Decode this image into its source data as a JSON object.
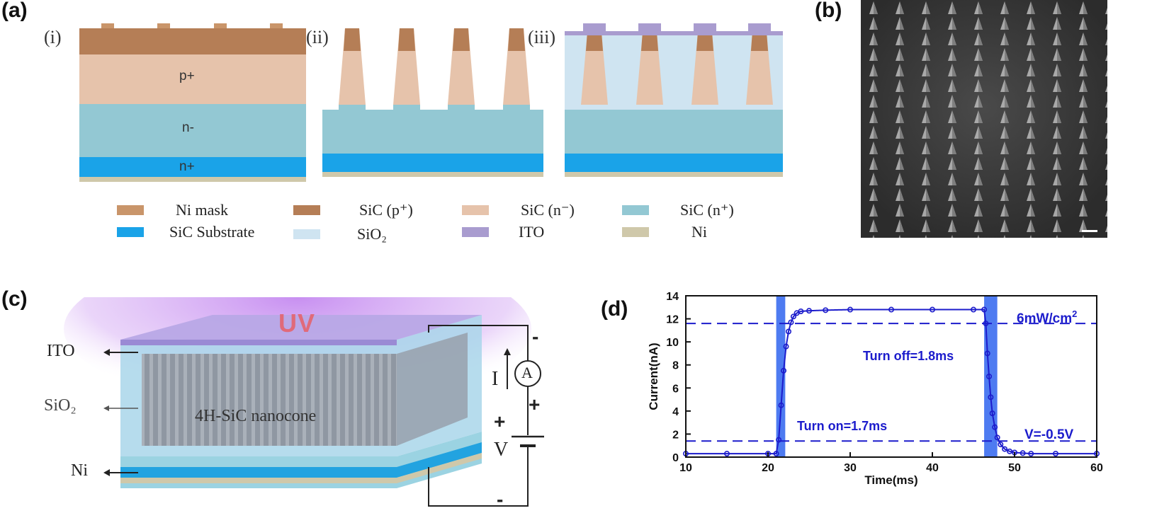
{
  "colors": {
    "ni_mask": "#c9956a",
    "sic_p": "#b57e56",
    "sic_n_minus": "#e6c3ab",
    "sic_n_plus_layer": "#93c8d3",
    "substrate": "#1aa3e8",
    "sio2": "#cfe4f1",
    "ito": "#a99ccf",
    "ni": "#cfc8aa",
    "curve": "#1c1ccc"
  },
  "panel_a": {
    "label": "(a)",
    "steps": [
      "(i)",
      "(ii)",
      "(iii)"
    ],
    "layer_text": {
      "p_plus": "p+",
      "n_minus": "n-",
      "n_plus": "n+"
    },
    "legend": [
      {
        "icon": "ni-mask-swatch",
        "color": "#c9956a",
        "text": "Ni mask"
      },
      {
        "icon": "sic-p-swatch",
        "color": "#b57e56",
        "text": "SiC (p⁺)"
      },
      {
        "icon": "sic-n-minus-swatch",
        "color": "#e6c3ab",
        "text": "SiC (n⁻)"
      },
      {
        "icon": "sic-n-plus-swatch",
        "color": "#93c8d3",
        "text": "SiC (n⁺)"
      },
      {
        "icon": "substrate-swatch",
        "color": "#1aa3e8",
        "text": "SiC Substrate"
      },
      {
        "icon": "sio2-swatch",
        "color": "#cfe4f1",
        "text": "SiO₂"
      },
      {
        "icon": "ito-swatch",
        "color": "#a99ccf",
        "text": "ITO"
      },
      {
        "icon": "ni-swatch",
        "color": "#cfc8aa",
        "text": "Ni"
      }
    ]
  },
  "panel_b": {
    "label": "(b)"
  },
  "panel_c": {
    "label": "(c)",
    "uv": "UV",
    "ito": "ITO",
    "sio2": "SiO₂",
    "ni": "Ni",
    "nanocone": "4H-SiC nanocone",
    "current_symbol": "I",
    "ammeter": "A",
    "voltage": "V",
    "minus": "-",
    "plus": "+"
  },
  "panel_d": {
    "label": "(d)"
  },
  "chart_data": {
    "type": "line",
    "xlabel": "Time(ms)",
    "ylabel": "Current(nA)",
    "xlim": [
      10,
      60
    ],
    "ylim": [
      0,
      14
    ],
    "xticks": [
      10,
      20,
      30,
      40,
      50,
      60
    ],
    "yticks": [
      0,
      2,
      4,
      6,
      8,
      10,
      12,
      14
    ],
    "series": [
      {
        "x": [
          10,
          15,
          20,
          21,
          21.3,
          21.6,
          21.9,
          22.2,
          22.5,
          22.8,
          23.1,
          23.5,
          24,
          25,
          27,
          30,
          35,
          40,
          45,
          46.3,
          46.5,
          46.7,
          46.9,
          47.1,
          47.3,
          47.6,
          47.9,
          48.3,
          48.8,
          49.4,
          50,
          51,
          52,
          55,
          60
        ],
        "y": [
          0.3,
          0.3,
          0.3,
          0.3,
          1.5,
          4.5,
          7.5,
          9.6,
          10.9,
          11.7,
          12.2,
          12.5,
          12.65,
          12.7,
          12.75,
          12.8,
          12.8,
          12.8,
          12.8,
          12.8,
          11.6,
          9.0,
          7.0,
          5.2,
          3.8,
          2.6,
          1.7,
          1.1,
          0.7,
          0.5,
          0.4,
          0.35,
          0.3,
          0.3,
          0.3
        ]
      }
    ],
    "hlines": [
      11.6,
      1.4
    ],
    "bands": [
      [
        21.0,
        22.1
      ],
      [
        46.3,
        47.9
      ]
    ],
    "annotations": {
      "power": "6mW/cm",
      "power_sup": "2",
      "turn_off": "Turn off=1.8ms",
      "turn_on": "Turn on=1.7ms",
      "voltage": "V=-0.5V"
    }
  }
}
